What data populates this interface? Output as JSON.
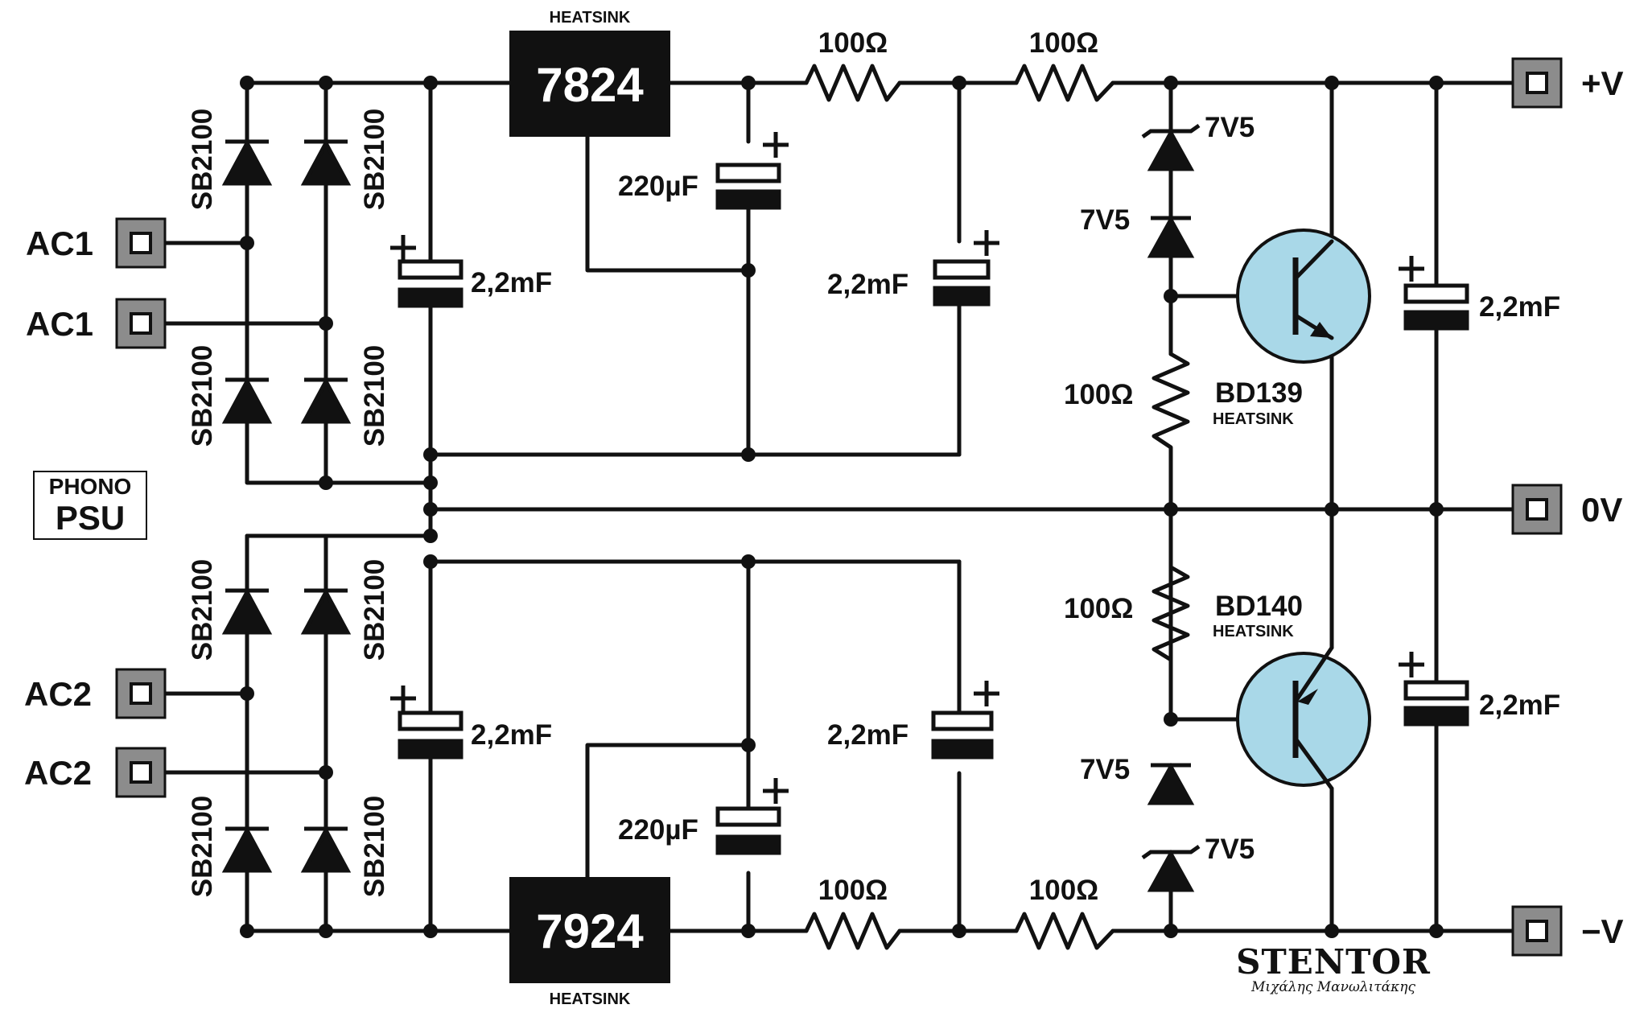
{
  "title": {
    "line1": "PHONO",
    "line2": "PSU"
  },
  "inputs": [
    "AC1",
    "AC1",
    "AC2",
    "AC2"
  ],
  "outputs": [
    "+V",
    "0V",
    "−V"
  ],
  "regulators": {
    "positive": "7824",
    "negative": "7924",
    "heatsink": "HEATSINK"
  },
  "diode_part": "SB2100",
  "capacitors": {
    "big": "2,2mF",
    "small": "220µF"
  },
  "resistor": "100Ω",
  "zener": "7V5",
  "transistors": {
    "npn": "BD139",
    "pnp": "BD140",
    "heatsink": "HEATSINK"
  },
  "brand": {
    "name": "STENTOR",
    "author": "Μιχάλης Μανωλιτάκης"
  },
  "colors": {
    "transistor_fill": "#a9d8e8",
    "terminal_fill": "#8c8c8c",
    "ic_fill": "#111111"
  }
}
